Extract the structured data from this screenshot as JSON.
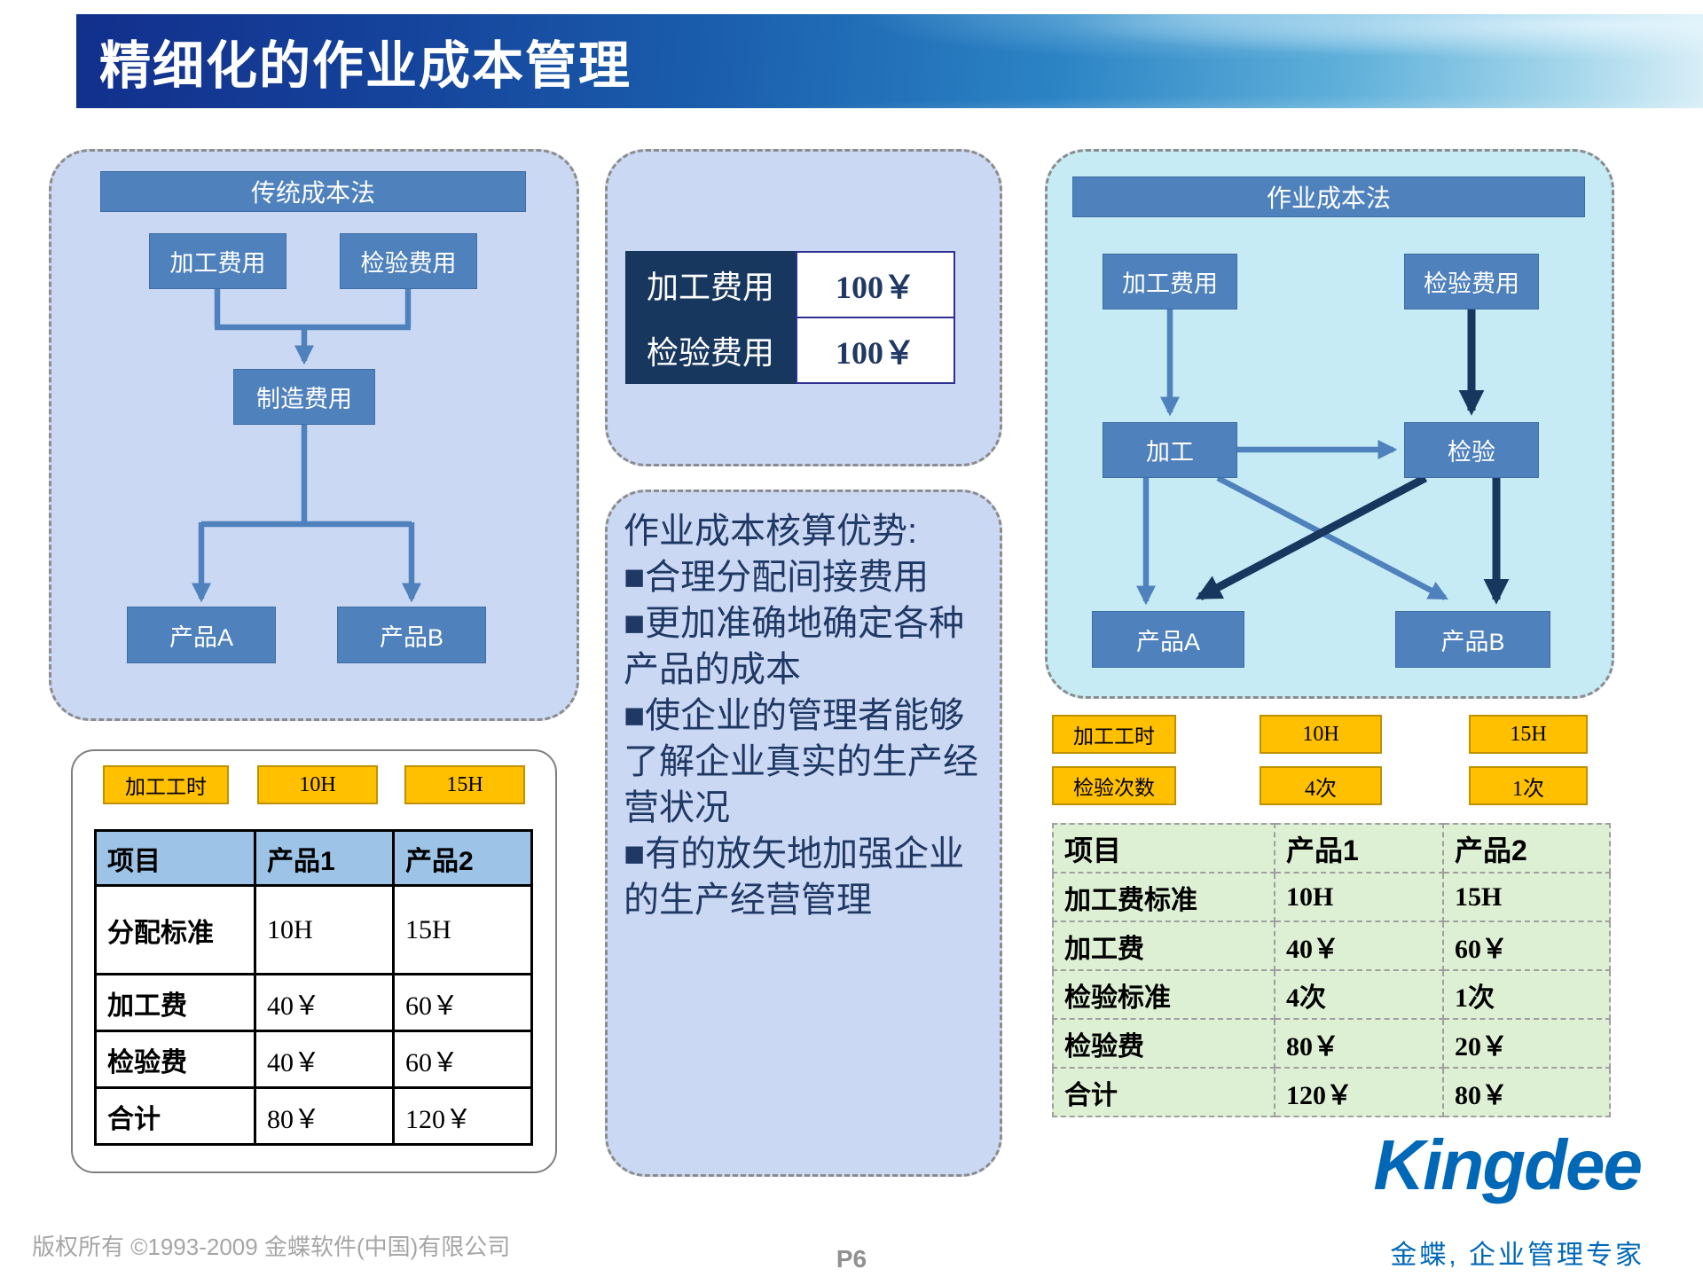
{
  "slide": {
    "title": "精细化的作业成本管理",
    "footer_copyright": "版权所有 ©1993-2009 金蝶软件(中国)有限公司",
    "page_number": "P6",
    "logo_text": "Kingdee",
    "logo_tagline": "金蝶, 企业管理专家"
  },
  "colors": {
    "accent_blue": "#4F81BD",
    "dark_navy": "#17375E",
    "orange": "#FFC000",
    "kingdee_blue": "#0068B7",
    "panel_blue": "#CBD8F3",
    "panel_cyan": "#C7EBF5",
    "table_header_blue": "#9DC3E6",
    "table_green": "#DEF0D4"
  },
  "traditional_diagram": {
    "title": "传统成本法",
    "nodes": {
      "processing_fee": "加工费用",
      "inspection_fee": "检验费用",
      "manufacturing_fee": "制造费用",
      "product_a": "产品A",
      "product_b": "产品B"
    }
  },
  "traditional_summary": {
    "hours_row": {
      "label": "加工工时",
      "p1": "10H",
      "p2": "15H"
    },
    "table": {
      "headers": [
        "项目",
        "产品1",
        "产品2"
      ],
      "rows": [
        [
          "分配标准",
          "10H",
          "15H"
        ],
        [
          "加工费",
          "40￥",
          "60￥"
        ],
        [
          "检验费",
          "40￥",
          "60￥"
        ],
        [
          "合计",
          "80￥",
          "120￥"
        ]
      ]
    }
  },
  "fees_box": {
    "rows": [
      {
        "label": "加工费用",
        "value": "100￥"
      },
      {
        "label": "检验费用",
        "value": "100￥"
      }
    ]
  },
  "advantages": {
    "title": "作业成本核算优势:",
    "items": [
      "■合理分配间接费用",
      "■更加准确地确定各种产品的成本",
      "■使企业的管理者能够了解企业真实的生产经营状况",
      "■有的放矢地加强企业的生产经营管理"
    ]
  },
  "abc_diagram": {
    "title": "作业成本法",
    "nodes": {
      "processing_fee": "加工费用",
      "inspection_fee": "检验费用",
      "processing": "加工",
      "inspection": "检验",
      "product_a": "产品A",
      "product_b": "产品B"
    }
  },
  "abc_summary": {
    "metric_rows": [
      {
        "label": "加工工时",
        "p1": "10H",
        "p2": "15H"
      },
      {
        "label": "检验次数",
        "p1": "4次",
        "p2": "1次"
      }
    ],
    "table": {
      "headers": [
        "项目",
        "产品1",
        "产品2"
      ],
      "rows": [
        [
          "加工费标准",
          "10H",
          "15H"
        ],
        [
          "加工费",
          "40￥",
          "60￥"
        ],
        [
          "检验标准",
          "4次",
          "1次"
        ],
        [
          "检验费",
          "80￥",
          "20￥"
        ],
        [
          "合计",
          "120￥",
          "80￥"
        ]
      ]
    }
  }
}
